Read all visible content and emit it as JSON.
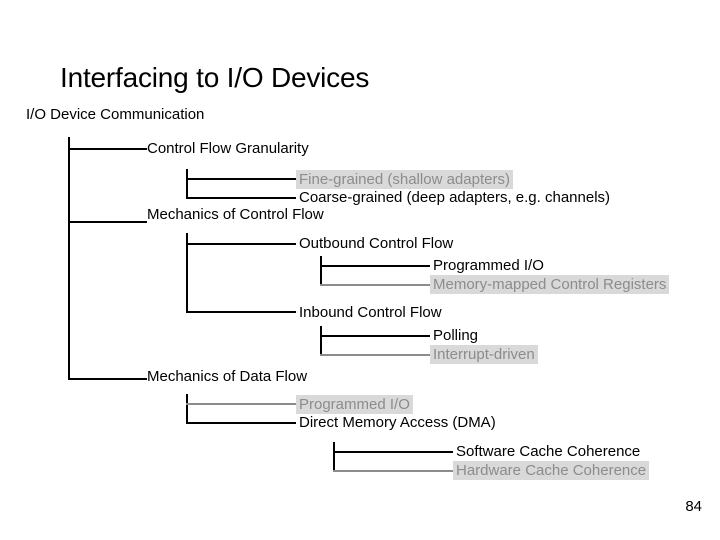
{
  "slide": {
    "title": "Interfacing to I/O Devices",
    "root_label": "I/O Device Communication",
    "page_number": "84",
    "colors": {
      "text": "#000000",
      "dim_text": "#8c8c8c",
      "highlight": "#d9d9d9",
      "background": "#ffffff",
      "line": "#000000"
    }
  },
  "tree": {
    "level1": [
      {
        "label": "Control Flow Granularity",
        "dim": false
      },
      {
        "label": "Mechanics of Control Flow",
        "dim": false
      },
      {
        "label": "Mechanics of Data Flow",
        "dim": false
      }
    ],
    "granularity_children": [
      {
        "label": "Fine-grained (shallow adapters)",
        "dim": true
      },
      {
        "label": "Coarse-grained (deep adapters, e.g. channels)",
        "dim": false
      }
    ],
    "control_flow_children": [
      {
        "label": "Outbound Control Flow",
        "dim": false
      },
      {
        "label": "Inbound Control Flow",
        "dim": false
      }
    ],
    "outbound_children": [
      {
        "label": "Programmed I/O",
        "dim": false
      },
      {
        "label": "Memory-mapped Control Registers",
        "dim": true
      }
    ],
    "inbound_children": [
      {
        "label": "Polling",
        "dim": false
      },
      {
        "label": "Interrupt-driven",
        "dim": true
      }
    ],
    "data_flow_children": [
      {
        "label": "Programmed I/O",
        "dim": true
      },
      {
        "label": "Direct Memory Access (DMA)",
        "dim": false
      }
    ],
    "dma_children": [
      {
        "label": "Software Cache Coherence",
        "dim": false
      },
      {
        "label": "Hardware Cache Coherence",
        "dim": true
      }
    ]
  }
}
